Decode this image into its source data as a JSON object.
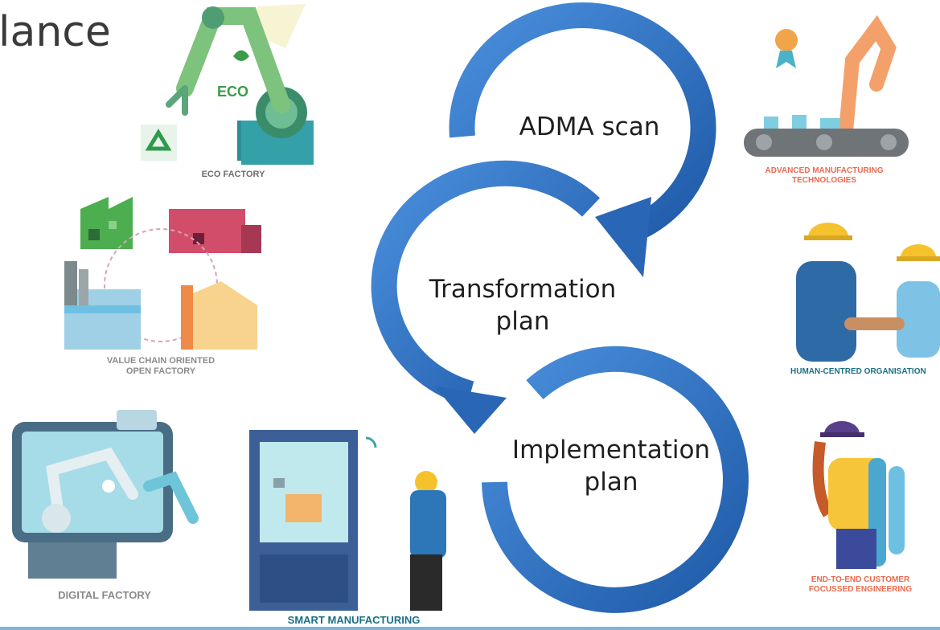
{
  "slide": {
    "title_fragment": "lance"
  },
  "cycle": {
    "step1": "ADMA scan",
    "step2_line1": "Transformation",
    "step2_line2": "plan",
    "step3_line1": "Implementation",
    "step3_line2": "plan"
  },
  "pillars": {
    "eco_factory": "ECO FACTORY",
    "eco_badge": "ECO",
    "value_chain_line1": "VALUE CHAIN ORIENTED",
    "value_chain_line2": "OPEN FACTORY",
    "digital_factory": "DIGITAL FACTORY",
    "smart_manufacturing": "SMART MANUFACTURING",
    "advanced_mfg_line1": "ADVANCED MANUFACTURING",
    "advanced_mfg_line2": "TECHNOLOGIES",
    "human_centred": "HUMAN-CENTRED ORGANISATION",
    "e2e_line1": "END-TO-END CUSTOMER",
    "e2e_line2": "FOCUSSED ENGINEERING"
  },
  "colors": {
    "arrow_blue": "#2e6fc0",
    "caption_grey": "#8a8a8a",
    "caption_orange": "#ea6a4e",
    "caption_teal": "#1b6f86"
  }
}
